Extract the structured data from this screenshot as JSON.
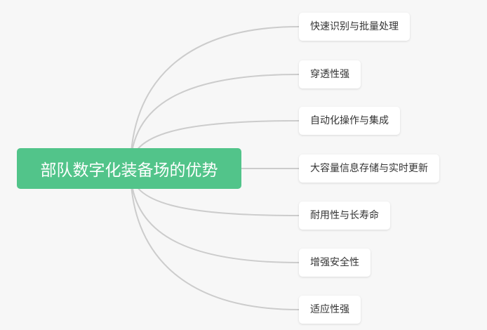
{
  "mindmap": {
    "root": "部队数字化装备场的优势",
    "branches": [
      "快速识别与批量处理",
      "穿透性强",
      "自动化操作与集成",
      "大容量信息存储与实时更新",
      "耐用性与长寿命",
      "增强安全性",
      "适应性强"
    ]
  },
  "colors": {
    "background": "#f7f7f7",
    "root_fill": "#52c48a",
    "root_text": "#ffffff",
    "node_fill": "#ffffff",
    "node_text": "#333333",
    "connector": "#cccccc"
  }
}
